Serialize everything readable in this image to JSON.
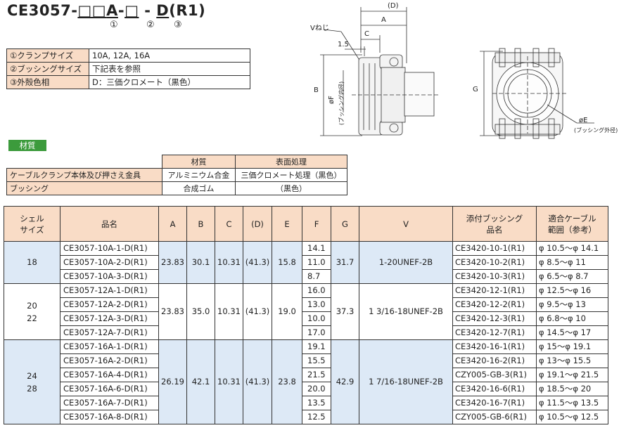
{
  "title": {
    "prefix": "CE3057-",
    "boxes1": "□□",
    "a": "A",
    "dash1": "-",
    "box2": "□",
    "dash2": "-",
    "d": "D",
    "suffix": "(R1)",
    "num1": "①",
    "num2": "②",
    "num3": "③"
  },
  "spec": [
    {
      "label": "①クランプサイズ",
      "value": "10A, 12A, 16A"
    },
    {
      "label": "②ブッシングサイズ",
      "value": "下記表を参照"
    },
    {
      "label": "③外殻色相",
      "value": "D：三価クロメート（黒色）"
    }
  ],
  "material": {
    "badge": "材質",
    "headers": [
      "材質",
      "表面処理"
    ],
    "rows": [
      {
        "label": "ケーブルクランプ本体及び押さえ金具",
        "material": "アルミニウム合金",
        "finish": "三価クロメート処理（黒色）"
      },
      {
        "label": "ブッシング",
        "material": "合成ゴム",
        "finish": "（黒色）"
      }
    ]
  },
  "table": {
    "headers": {
      "shell_l1": "シェル",
      "shell_l2": "サイズ",
      "part": "品名",
      "a": "A",
      "b": "B",
      "c": "C",
      "d": "(D)",
      "e": "E",
      "f": "F",
      "g": "G",
      "v": "V",
      "bushing_l1": "添付ブッシング",
      "bushing_l2": "品名",
      "range_l1": "適合ケーブル",
      "range_l2": "範囲（参考）"
    },
    "groups": [
      {
        "shell_l1": "18",
        "shell_l2": "",
        "a": "23.83",
        "b": "30.1",
        "c": "10.31",
        "d": "(41.3)",
        "e": "15.8",
        "g": "31.7",
        "v": "1-20UNEF-2B",
        "rows": [
          {
            "part": "CE3057-10A-1-D(R1)",
            "f": "14.1",
            "bushing": "CE3420-10-1(R1)",
            "range": "φ 10.5～φ 14.1"
          },
          {
            "part": "CE3057-10A-2-D(R1)",
            "f": "11.0",
            "bushing": "CE3420-10-2(R1)",
            "range": "φ 8.5～φ 11"
          },
          {
            "part": "CE3057-10A-3-D(R1)",
            "f": "8.7",
            "bushing": "CE3420-10-3(R1)",
            "range": "φ 6.5～φ 8.7"
          }
        ]
      },
      {
        "shell_l1": "20",
        "shell_l2": "22",
        "a": "23.83",
        "b": "35.0",
        "c": "10.31",
        "d": "(41.3)",
        "e": "19.0",
        "g": "37.3",
        "v": "1 3/16-18UNEF-2B",
        "rows": [
          {
            "part": "CE3057-12A-1-D(R1)",
            "f": "16.0",
            "bushing": "CE3420-12-1(R1)",
            "range": "φ 12.5～φ 16"
          },
          {
            "part": "CE3057-12A-2-D(R1)",
            "f": "13.0",
            "bushing": "CE3420-12-2(R1)",
            "range": "φ 9.5～φ 13"
          },
          {
            "part": "CE3057-12A-3-D(R1)",
            "f": "10.0",
            "bushing": "CE3420-12-3(R1)",
            "range": "φ 6.8～φ 10"
          },
          {
            "part": "CE3057-12A-7-D(R1)",
            "f": "17.0",
            "bushing": "CE3420-12-7(R1)",
            "range": "φ 14.5～φ 17"
          }
        ]
      },
      {
        "shell_l1": "24",
        "shell_l2": "28",
        "a": "26.19",
        "b": "42.1",
        "c": "10.31",
        "d": "(41.3)",
        "e": "23.8",
        "g": "42.9",
        "v": "1 7/16-18UNEF-2B",
        "rows": [
          {
            "part": "CE3057-16A-1-D(R1)",
            "f": "19.1",
            "bushing": "CE3420-16-1(R1)",
            "range": "φ 15～φ 19.1"
          },
          {
            "part": "CE3057-16A-2-D(R1)",
            "f": "15.5",
            "bushing": "CE3420-16-2(R1)",
            "range": "φ 13～φ 15.5"
          },
          {
            "part": "CE3057-16A-4-D(R1)",
            "f": "21.5",
            "bushing": "CZY005-GB-3(R1)",
            "range": "φ 19.1～φ 21.5"
          },
          {
            "part": "CE3057-16A-6-D(R1)",
            "f": "20.0",
            "bushing": "CE3420-16-6(R1)",
            "range": "φ 18.5～φ 20"
          },
          {
            "part": "CE3057-16A-7-D(R1)",
            "f": "13.5",
            "bushing": "CE3420-16-7(R1)",
            "range": "φ 11.5～φ 13.5"
          },
          {
            "part": "CE3057-16A-8-D(R1)",
            "f": "12.5",
            "bushing": "CZY005-GB-6(R1)",
            "range": "φ 10.5～φ 12.5"
          }
        ]
      }
    ]
  },
  "drawing": {
    "dim_d": "(D)",
    "dim_a": "A",
    "dim_c": "C",
    "dim_15": "1.5",
    "v_screw": "Vねじ",
    "dim_b": "B",
    "dim_f": "øF",
    "f_note": "(ブッシング内径)",
    "dim_g": "G",
    "dim_e": "øE",
    "e_note": "(ブッシング外径)"
  },
  "colors": {
    "header_bg": "#f9dcc6",
    "group_blue": "#dde9f6",
    "badge_green": "#3c9b3c"
  }
}
